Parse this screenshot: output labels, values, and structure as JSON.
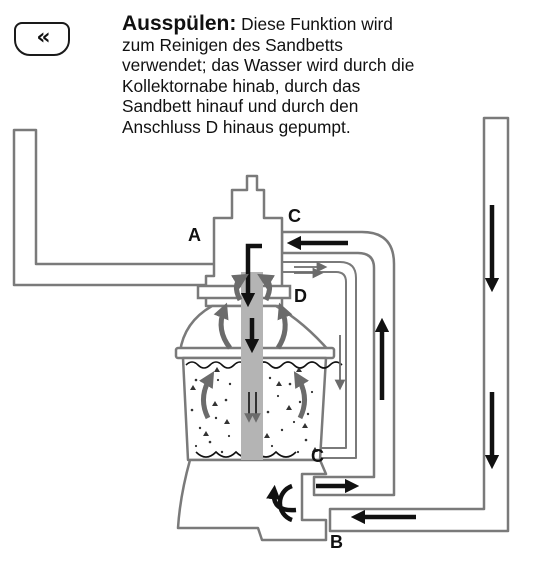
{
  "nav": {
    "back_label": "«",
    "back_icon": "double-chevron-left-icon"
  },
  "description": {
    "title": "Ausspülen:",
    "line1": "Diese Funktion wird",
    "line2": "zum Reinigen des Sandbetts",
    "line3": "verwendet; das Wasser wird durch die",
    "line4": "Kollektornabe hinab, durch das",
    "line5": "Sandbett hinauf und durch den",
    "line6": "Anschluss D hinaus gepumpt."
  },
  "diagram": {
    "labels": {
      "a": "A",
      "b": "B",
      "c_top": "C",
      "c_bottom": "C",
      "d": "D"
    },
    "colors": {
      "outline": "#7a7a7a",
      "arrow_dark": "#111111",
      "arrow_grey": "#6b6b6b",
      "hub": "#b4b4b4"
    }
  }
}
